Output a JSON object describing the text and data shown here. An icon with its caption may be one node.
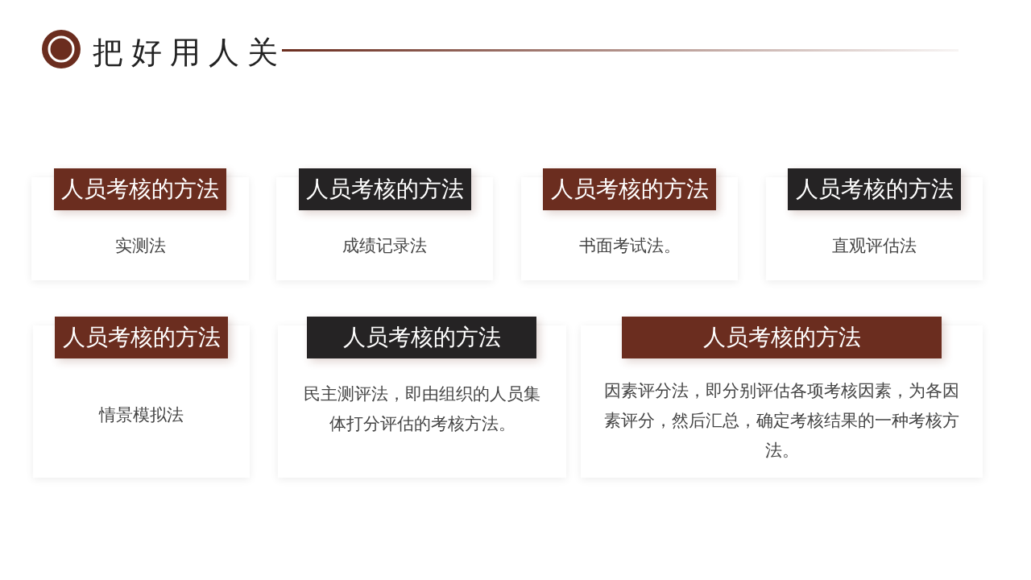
{
  "diagram": {
    "title": "把好用人关",
    "nodes": [
      {
        "text": [
          "人员考核的方法",
          "实测法"
        ]
      },
      {
        "text": [
          "人员考核的方法",
          "成绩记录法"
        ]
      },
      {
        "text": [
          "人员考核的方法",
          "书面考试法。"
        ]
      },
      {
        "text": [
          "人员考核的方法",
          "直观评估法"
        ]
      },
      {
        "text": [
          "人员考核的方法",
          "情景模拟法"
        ]
      },
      {
        "text": [
          "人员考核的方法",
          "民主测评法，即由组织的人员集体打分评估的考核方法。"
        ]
      },
      {
        "text": [
          "人员考核的方法",
          "因素评分法，即分别评估各项考核因素，为各因素评分，然后汇总，确定考核结果的一种考核方法。"
        ]
      }
    ],
    "edges": []
  }
}
